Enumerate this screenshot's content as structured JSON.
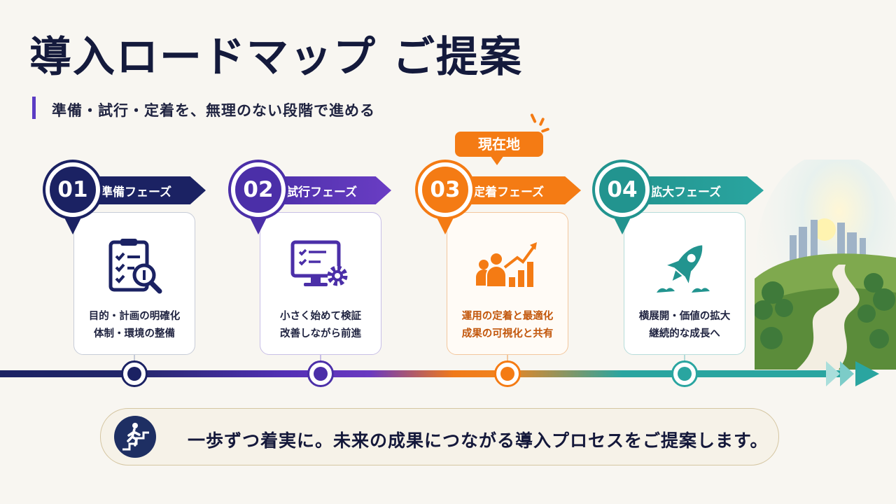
{
  "header": {
    "title": "導入ロードマップ ご提案",
    "subtitle": "準備・試行・定着を、無理のない段階で進める"
  },
  "current_marker": "現在地",
  "phases": [
    {
      "number": "01",
      "label": "準備フェーズ",
      "line1": "目的・計画の明確化",
      "line2": "体制・環境の整備",
      "color": "#1b2263",
      "icon": "checklist-magnifier-icon"
    },
    {
      "number": "02",
      "label": "試行フェーズ",
      "line1": "小さく始めて検証",
      "line2": "改善しながら前進",
      "color": "#4b2fa8",
      "icon": "monitor-gear-icon"
    },
    {
      "number": "03",
      "label": "定着フェーズ",
      "line1": "運用の定着と最適化",
      "line2": "成果の可視化と共有",
      "color": "#f47b14",
      "icon": "people-growth-chart-icon"
    },
    {
      "number": "04",
      "label": "拡大フェーズ",
      "line1": "横展開・価値の拡大",
      "line2": "継続的な成長へ",
      "color": "#2aa5a0",
      "icon": "rocket-icon"
    }
  ],
  "message": "一歩ずつ着実に。未来の成果につながる導入プロセスをご提案します。",
  "colors": {
    "navy": "#1b2263",
    "purple": "#4b2fa8",
    "orange": "#f47b14",
    "teal": "#2aa5a0"
  }
}
